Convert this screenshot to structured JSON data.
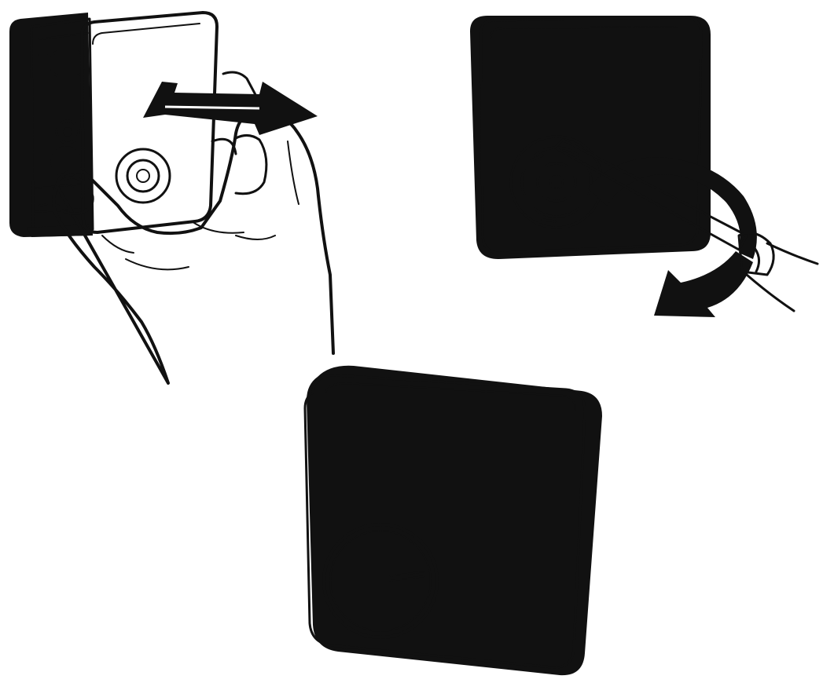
{
  "colors": {
    "ink": "#111111",
    "paper": "#ffffff"
  },
  "panels": [
    {
      "id": "step-attach-cover",
      "icons": [
        "hand-icon",
        "thermostat-cover-icon",
        "push-arrow-icon"
      ]
    },
    {
      "id": "step-turn-screw",
      "icons": [
        "screwdriver-icon",
        "turn-arrow-icon",
        "thermostat-cover-icon"
      ]
    },
    {
      "id": "step-fit-dial",
      "icons": [
        "thermostat-dial-icon"
      ]
    }
  ]
}
